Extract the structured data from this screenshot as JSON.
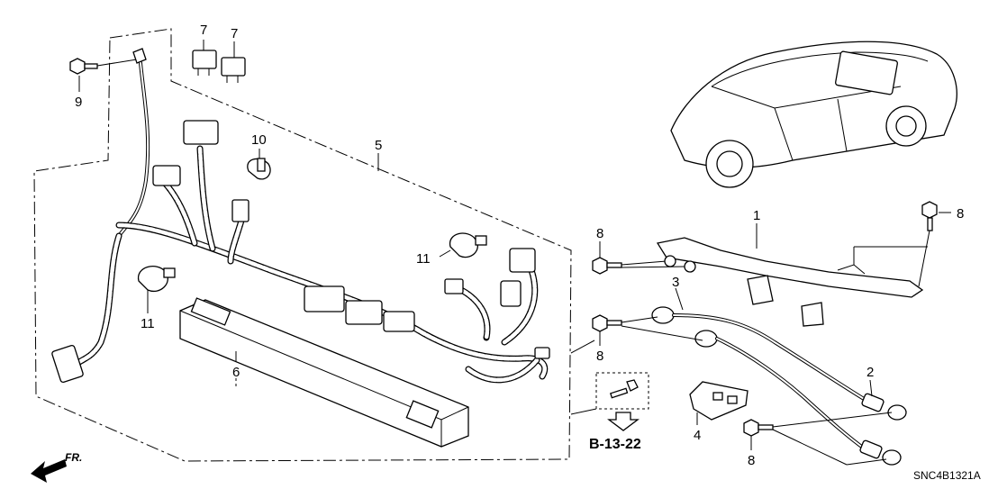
{
  "callouts": {
    "c1": "1",
    "c2": "2",
    "c3": "3",
    "c4": "4",
    "c5": "5",
    "c6": "6",
    "c7a": "7",
    "c7b": "7",
    "c8a": "8",
    "c8b": "8",
    "c8c": "8",
    "c8d": "8",
    "c9": "9",
    "c10": "10",
    "c11a": "11",
    "c11b": "11"
  },
  "reference": {
    "label": "B-13-22"
  },
  "direction": {
    "label": "FR."
  },
  "diagram_code": "SNC4B1321A"
}
